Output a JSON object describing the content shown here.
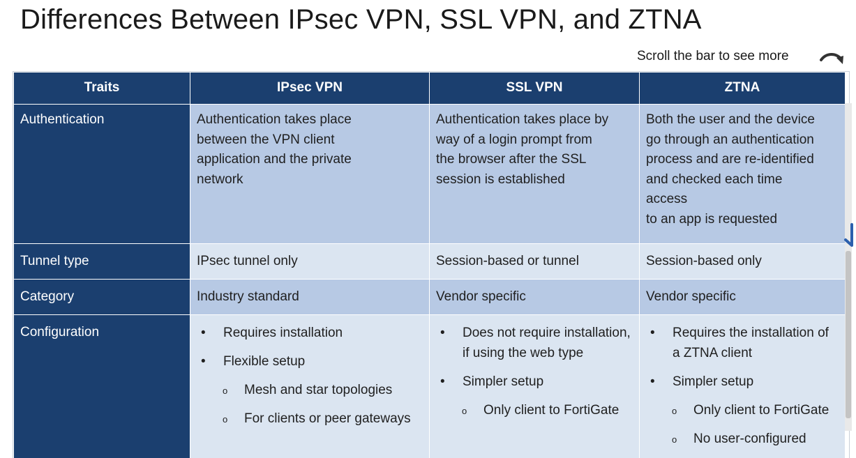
{
  "title": "Differences Between IPsec VPN, SSL VPN, and ZTNA",
  "scroll_hint": "Scroll the bar to see more",
  "icons": {
    "hint_arrow": "curved-arrow-icon",
    "scroll_mark": "pen-stroke-icon"
  },
  "colors": {
    "header_bg": "#1b3f6f",
    "row_dark": "#b7c9e4",
    "row_light": "#dbe5f1",
    "accent_blue": "#2b5fad"
  },
  "table": {
    "headers": [
      "Traits",
      "IPsec VPN",
      "SSL VPN",
      "ZTNA"
    ],
    "authentication": {
      "label": "Authentication",
      "ipsec": [
        "Authentication takes place",
        "between the VPN client",
        "application and the private",
        "network"
      ],
      "ssl": [
        "Authentication takes place by",
        "way of a login prompt from",
        "the browser after the SSL",
        "session is established"
      ],
      "ztna": [
        "Both the user and the device",
        "go through an authentication",
        "process and are re-identified",
        "and checked each time",
        "access",
        "to an app is requested"
      ]
    },
    "tunnel": {
      "label": "Tunnel type",
      "ipsec": "IPsec tunnel only",
      "ssl": "Session-based or tunnel",
      "ztna": "Session-based only"
    },
    "category": {
      "label": "Category",
      "ipsec": "Industry standard",
      "ssl": "Vendor specific",
      "ztna": "Vendor specific"
    },
    "configuration": {
      "label": "Configuration",
      "bullet": "•",
      "sub_bullet": "o",
      "ipsec": {
        "item1": "Requires installation",
        "item2": "Flexible setup",
        "sub1": "Mesh and star topologies",
        "sub2": "For clients or peer gateways"
      },
      "ssl": {
        "item1": "Does not require installation, if using the web type",
        "item2": "Simpler setup",
        "sub1": "Only client to FortiGate"
      },
      "ztna": {
        "item1": "Requires the installation of a ZTNA client",
        "item2": "Simpler setup",
        "sub1": "Only client to FortiGate",
        "sub2": "No user-configured"
      }
    }
  }
}
